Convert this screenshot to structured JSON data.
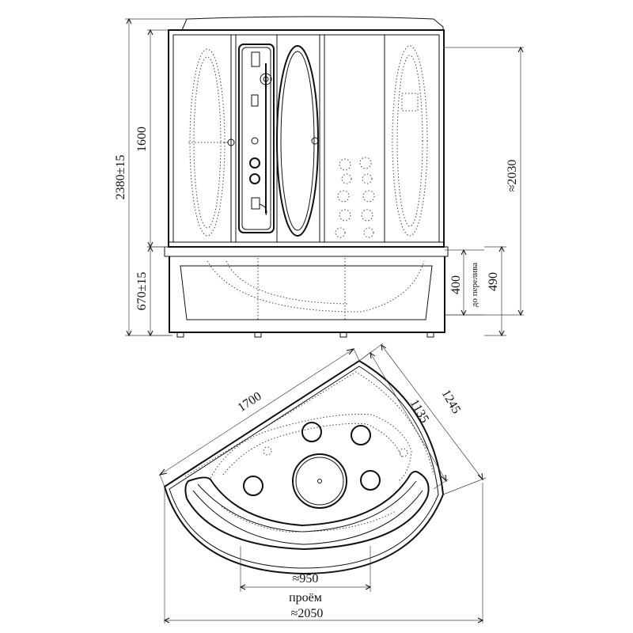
{
  "front_view": {
    "dim_total_height": "2380±15",
    "dim_upper_height": "1600",
    "dim_base_height": "670±15",
    "dim_cabin_height": "≈2030",
    "dim_overflow_depth": "400",
    "dim_overflow_label": "до перелива",
    "dim_tub_height": "490"
  },
  "plan_view": {
    "dim_left_side": "1700",
    "dim_inner_depth": "1135",
    "dim_outer_depth": "1245",
    "dim_opening_width": "≈950",
    "opening_label": "проём",
    "dim_overall_width": "≈2050"
  }
}
